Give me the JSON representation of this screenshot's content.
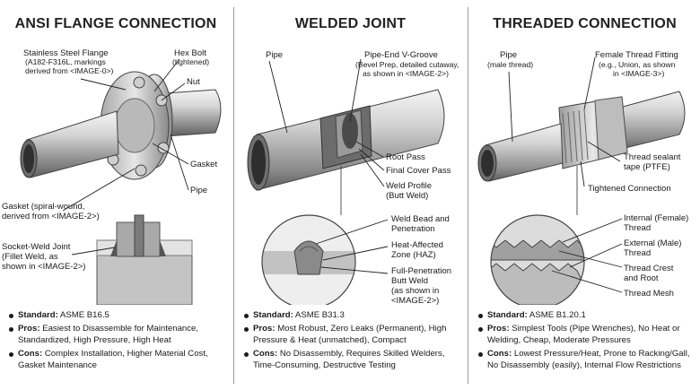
{
  "panels": [
    {
      "title": "ANSI FLANGE CONNECTION",
      "labels": {
        "flange_1": "Stainless Steel Flange",
        "flange_2": "(A182-F316L, markings",
        "flange_3": "derived from <IMAGE-0>)",
        "bolt_1": "Hex Bolt",
        "bolt_2": "(tightened)",
        "nut": "Nut",
        "gasket": "Gasket",
        "pipe": "Pipe",
        "gasket2_1": "Gasket (spiral-wound,",
        "gasket2_2": "derived from <IMAGE-2>)",
        "socket_1": "Socket-Weld Joint",
        "socket_2": "(Fillet Weld, as",
        "socket_3": "shown in <IMAGE-2>)"
      },
      "specs": [
        {
          "key": "Standard:",
          "text": " ASME B16.5"
        },
        {
          "key": "Pros:",
          "text": " Easiest to Disassemble for Maintenance, Standardized, High Pressure, High Heat"
        },
        {
          "key": "Cons:",
          "text": " Complex Installation, Higher Material Cost, Gasket Maintenance"
        }
      ]
    },
    {
      "title": "WELDED JOINT",
      "labels": {
        "pipe": "Pipe",
        "groove_1": "Pipe-End V-Groove",
        "groove_2": "(Bevel Prep, detailed cutaway,",
        "groove_3": "as shown in <IMAGE-2>)",
        "root": "Root Pass",
        "cover": "Final Cover Pass",
        "profile_1": "Weld Profile",
        "profile_2": "(Butt Weld)",
        "bead_1": "Weld Bead and",
        "bead_2": "Penetration",
        "haz_1": "Heat-Affected",
        "haz_2": "Zone (HAZ)",
        "full_1": "Full-Penetration",
        "full_2": "Butt Weld",
        "full_3": "(as shown in",
        "full_4": "<IMAGE-2>)"
      },
      "specs": [
        {
          "key": "Standard:",
          "text": " ASME B31.3"
        },
        {
          "key": "Pros:",
          "text": " Most Robust, Zero Leaks (Permanent), High Pressure & Heat (unmatched), Compact"
        },
        {
          "key": "Cons:",
          "text": " No Disassembly, Requires Skilled Welders, Time-Consuming, Destructive Testing"
        }
      ]
    },
    {
      "title": "THREADED CONNECTION",
      "labels": {
        "pipe_1": "Pipe",
        "pipe_2": "(male thread)",
        "fitting_1": "Female Thread Fitting",
        "fitting_2": "(e.g., Union, as shown",
        "fitting_3": "in <IMAGE-3>)",
        "tape_1": "Thread sealant",
        "tape_2": "tape (PTFE)",
        "tight": "Tightened Connection",
        "internal_1": "Internal (Female)",
        "internal_2": "Thread",
        "external_1": "External (Male)",
        "external_2": "Thread",
        "crest_1": "Thread Crest",
        "crest_2": "and Root",
        "mesh": "Thread Mesh"
      },
      "specs": [
        {
          "key": "Standard:",
          "text": " ASME B1.20.1"
        },
        {
          "key": "Pros:",
          "text": " Simplest Tools (Pipe Wrenches), No Heat or Welding, Cheap, Moderate Pressures"
        },
        {
          "key": "Cons:",
          "text": " Lowest Pressure/Heat, Prone to Racking/Gall, No Disassembly (easily), Internal Flow Restrictions"
        }
      ]
    }
  ]
}
